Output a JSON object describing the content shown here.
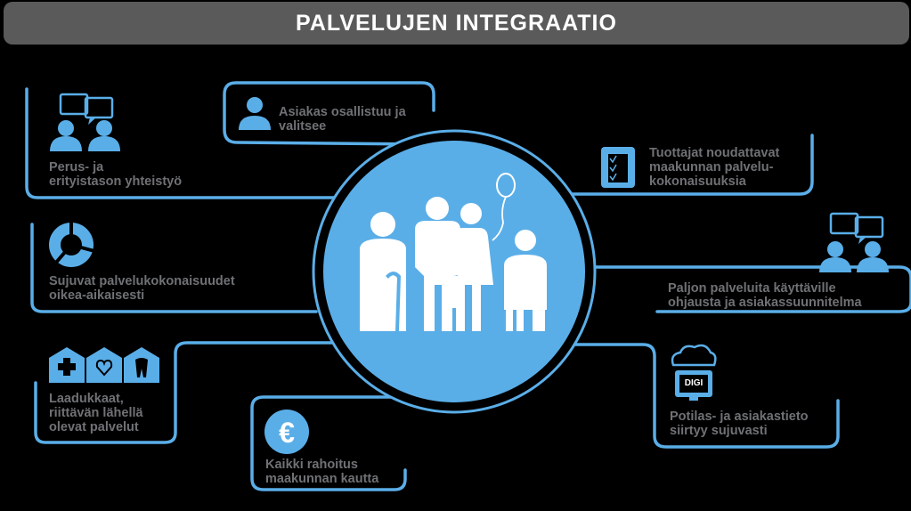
{
  "title": "PALVELUJEN INTEGRAATIO",
  "items": [
    {
      "id": "perus",
      "label": "Perus- ja\nerityistason yhteistyö",
      "icon": "doctors-chat-icon"
    },
    {
      "id": "asiakas",
      "label": "Asiakas osallistuu ja\nvalitsee",
      "icon": "person-icon"
    },
    {
      "id": "tuottajat",
      "label": "Tuottajat noudattavat\nmaakunnan palvelu-\nkokonaisuuksia",
      "icon": "checklist-icon"
    },
    {
      "id": "sujuvat",
      "label": "Sujuvat palvelukokonaisuudet\noikea-aikaisesti",
      "icon": "cycle-icon"
    },
    {
      "id": "paljon",
      "label": "Paljon palveluita käyttäville\nohjausta ja asiakassuunnitelma",
      "icon": "people-chat-icon"
    },
    {
      "id": "laadukkaat",
      "label": "Laadukkaat,\nriittävän lähellä\nolevat palvelut",
      "icon": "service-houses-icon"
    },
    {
      "id": "kaikki",
      "label": "Kaikki rahoitus\nmaakunnan kautta",
      "icon": "euro-icon"
    },
    {
      "id": "potilas",
      "label": "Potilas- ja asiakastieto\nsiirtyy sujuvasti",
      "icon": "digi-cloud-icon"
    }
  ],
  "digi_text": "DIGI",
  "center_icon": "family-icon",
  "colors": {
    "accent": "#5aaee8",
    "text": "#6f7175",
    "title_bg": "#5a5a5a",
    "background": "#000000"
  }
}
